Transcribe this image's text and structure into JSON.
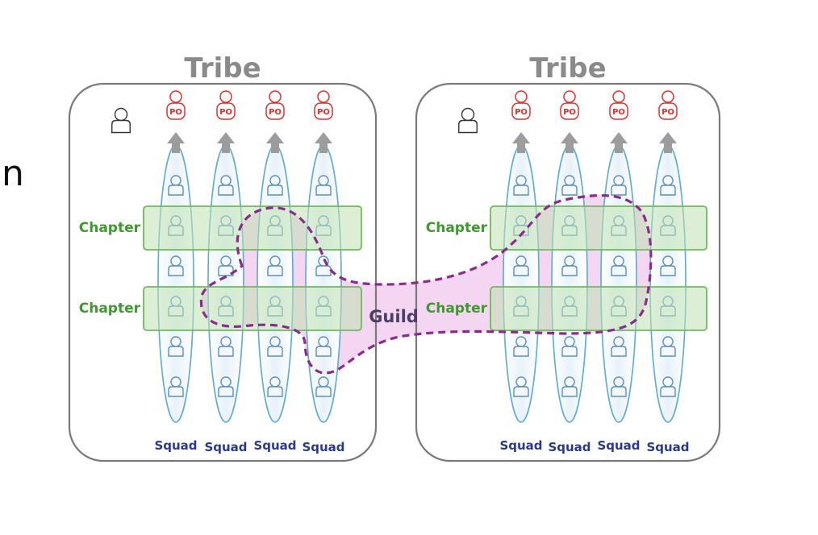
{
  "partial_text": "n",
  "tribes": [
    {
      "title": "Tribe",
      "chapters": [
        "Chapter",
        "Chapter"
      ],
      "squads": [
        "Squad",
        "Squad",
        "Squad",
        "Squad"
      ],
      "product_owners": [
        "PO",
        "PO",
        "PO",
        "PO"
      ]
    },
    {
      "title": "Tribe",
      "chapters": [
        "Chapter",
        "Chapter"
      ],
      "squads": [
        "Squad",
        "Squad",
        "Squad",
        "Squad"
      ],
      "product_owners": [
        "PO",
        "PO",
        "PO",
        "PO"
      ]
    }
  ],
  "guild": {
    "label": "Guild"
  },
  "colors": {
    "tribe_border": "#7a7a7a",
    "tribe_title": "#8a8a8a",
    "po": "#e0312e",
    "squad_outline": "#5aa9d6",
    "chapter_fill": "#bfe2b2",
    "chapter_border": "#6dbb5a",
    "chapter_text": "#3d9a2c",
    "guild_border": "#8b2b8b",
    "guild_fill": "#f1c8ee",
    "squad_text": "#2a3a8a",
    "person_outline": "#5b8fc4"
  }
}
